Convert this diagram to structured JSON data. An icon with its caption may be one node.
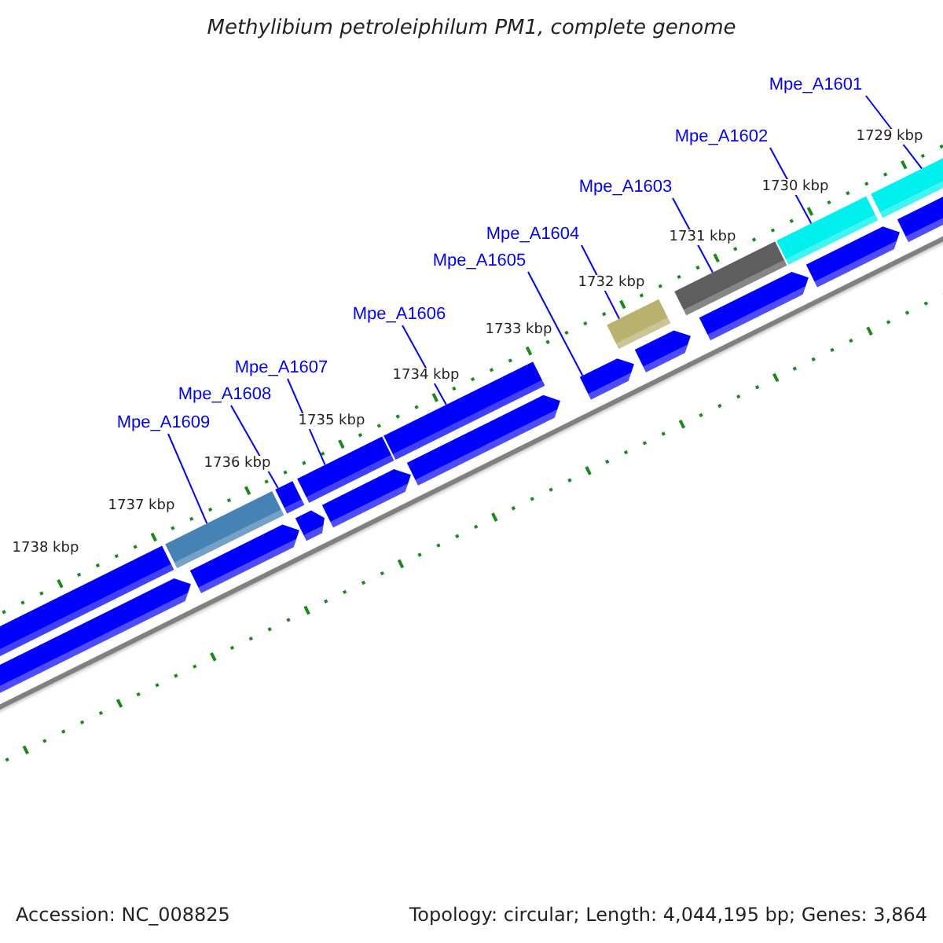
{
  "diagram": {
    "title": "Methylibium petroleiphilum PM1, complete genome",
    "nodes": [
      {
        "text": [
          "Mpe_A1601"
        ]
      },
      {
        "text": [
          "Mpe_A1602"
        ]
      },
      {
        "text": [
          "Mpe_A1603"
        ]
      },
      {
        "text": [
          "Mpe_A1604"
        ]
      },
      {
        "text": [
          "Mpe_A1605"
        ]
      },
      {
        "text": [
          "Mpe_A1606"
        ]
      },
      {
        "text": [
          "Mpe_A1607"
        ]
      },
      {
        "text": [
          "Mpe_A1608"
        ]
      },
      {
        "text": [
          "Mpe_A1609"
        ]
      },
      {
        "text": [],
        "shape": "bar"
      },
      {
        "text": [],
        "shape": "bar"
      },
      {
        "text": [],
        "shape": "bar"
      },
      {
        "text": [],
        "shape": "bar"
      },
      {
        "text": [],
        "shape": "bar"
      },
      {
        "text": [],
        "shape": "bar"
      },
      {
        "text": [],
        "shape": "bar"
      },
      {
        "text": [],
        "shape": "bar"
      },
      {
        "text": [],
        "shape": "bar"
      },
      {
        "text": [],
        "shape": "pentagon"
      },
      {
        "text": [],
        "shape": "pentagon"
      },
      {
        "text": [],
        "shape": "pentagon"
      },
      {
        "text": [],
        "shape": "pentagon"
      },
      {
        "text": [],
        "shape": "pentagon"
      },
      {
        "text": [],
        "shape": "pentagon"
      },
      {
        "text": [],
        "shape": "pentagon"
      },
      {
        "text": [],
        "shape": "pentagon"
      },
      {
        "text": [],
        "shape": "pentagon"
      },
      {
        "text": [],
        "shape": "pentagon"
      }
    ],
    "edges": [
      {
        "from": 0,
        "to": 17,
        "arrow": "none"
      },
      {
        "from": 1,
        "to": 16,
        "arrow": "none"
      },
      {
        "from": 2,
        "to": 15,
        "arrow": "none"
      },
      {
        "from": 3,
        "to": 14,
        "arrow": "none"
      },
      {
        "from": 4,
        "to": 23,
        "arrow": "none"
      },
      {
        "from": 5,
        "to": 13,
        "arrow": "none"
      },
      {
        "from": 6,
        "to": 12,
        "arrow": "none"
      },
      {
        "from": 7,
        "to": 11,
        "arrow": "none"
      },
      {
        "from": 8,
        "to": 10,
        "arrow": "none"
      }
    ],
    "labels": [
      "1729 kbp",
      "1730 kbp",
      "1731 kbp",
      "1732 kbp",
      "1733 kbp",
      "1734 kbp",
      "1735 kbp",
      "1736 kbp",
      "1737 kbp",
      "1738 kbp",
      "Accession: NC_008825",
      "Topology: circular; Length: 4,044,195 bp; Genes: 3,864"
    ]
  }
}
